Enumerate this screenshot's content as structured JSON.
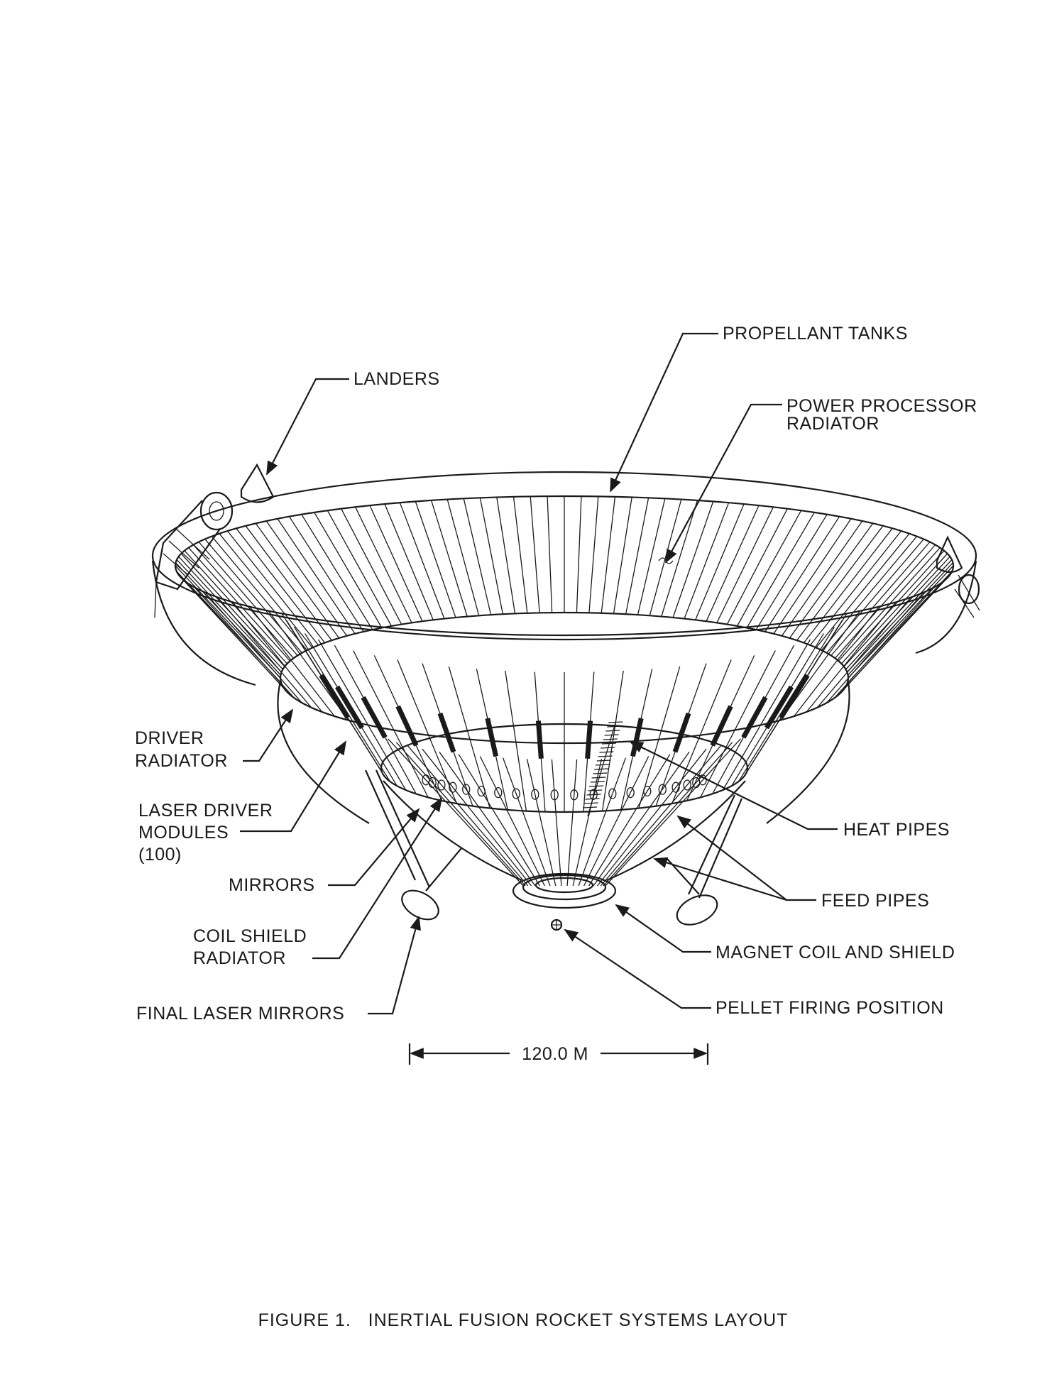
{
  "figure": {
    "caption": "FIGURE 1.   INERTIAL FUSION ROCKET SYSTEMS LAYOUT",
    "scale_label": "120.0 M"
  },
  "labels": {
    "propellant_tanks": "PROPELLANT TANKS",
    "power_processor_radiator_1": "POWER PROCESSOR",
    "power_processor_radiator_2": "RADIATOR",
    "landers": "LANDERS",
    "driver_radiator_1": "DRIVER",
    "driver_radiator_2": "RADIATOR",
    "laser_driver_modules_1": "LASER DRIVER",
    "laser_driver_modules_2": "MODULES",
    "laser_driver_modules_3": "(100)",
    "mirrors": "MIRRORS",
    "coil_shield_radiator_1": "COIL SHIELD",
    "coil_shield_radiator_2": "RADIATOR",
    "final_laser_mirrors": "FINAL LASER MIRRORS",
    "heat_pipes": "HEAT PIPES",
    "feed_pipes": "FEED PIPES",
    "magnet_coil_and_shield": "MAGNET COIL AND SHIELD",
    "pellet_firing_position": "PELLET FIRING POSITION"
  }
}
